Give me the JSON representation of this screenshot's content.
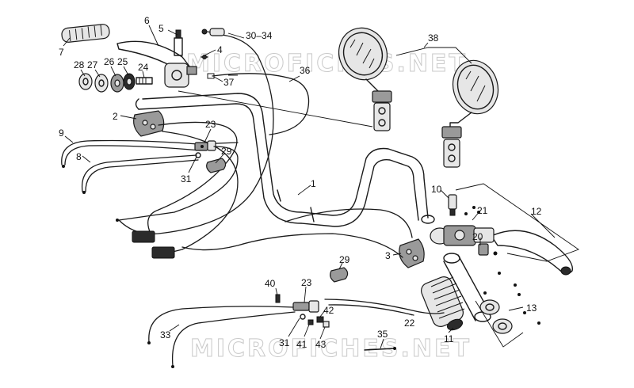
{
  "watermark": {
    "top": "MICROFICHES.NET",
    "bottom": "MICROFICHES.NET"
  },
  "callouts": [
    {
      "id": "c7",
      "text": "7"
    },
    {
      "id": "c6",
      "text": "6"
    },
    {
      "id": "c5",
      "text": "5"
    },
    {
      "id": "c30-34",
      "text": "30–34"
    },
    {
      "id": "c4",
      "text": "4"
    },
    {
      "id": "c28",
      "text": "28"
    },
    {
      "id": "c27",
      "text": "27"
    },
    {
      "id": "c26",
      "text": "26"
    },
    {
      "id": "c25",
      "text": "25"
    },
    {
      "id": "c24",
      "text": "24"
    },
    {
      "id": "c37",
      "text": "37"
    },
    {
      "id": "c36",
      "text": "36"
    },
    {
      "id": "c38",
      "text": "38"
    },
    {
      "id": "c2",
      "text": "2"
    },
    {
      "id": "c23a",
      "text": "23"
    },
    {
      "id": "c29a",
      "text": "29"
    },
    {
      "id": "c31a",
      "text": "31"
    },
    {
      "id": "c9",
      "text": "9"
    },
    {
      "id": "c8",
      "text": "8"
    },
    {
      "id": "c1",
      "text": "1"
    },
    {
      "id": "c10",
      "text": "10"
    },
    {
      "id": "c21",
      "text": "21"
    },
    {
      "id": "c12",
      "text": "12"
    },
    {
      "id": "c20",
      "text": "20"
    },
    {
      "id": "c3",
      "text": "3"
    },
    {
      "id": "c29b",
      "text": "29"
    },
    {
      "id": "c40",
      "text": "40"
    },
    {
      "id": "c23b",
      "text": "23"
    },
    {
      "id": "c42",
      "text": "42"
    },
    {
      "id": "c13",
      "text": "13"
    },
    {
      "id": "c33",
      "text": "33"
    },
    {
      "id": "c22",
      "text": "22"
    },
    {
      "id": "c31b",
      "text": "31"
    },
    {
      "id": "c41",
      "text": "41"
    },
    {
      "id": "c43",
      "text": "43"
    },
    {
      "id": "c35",
      "text": "35"
    },
    {
      "id": "c11",
      "text": "11"
    }
  ]
}
